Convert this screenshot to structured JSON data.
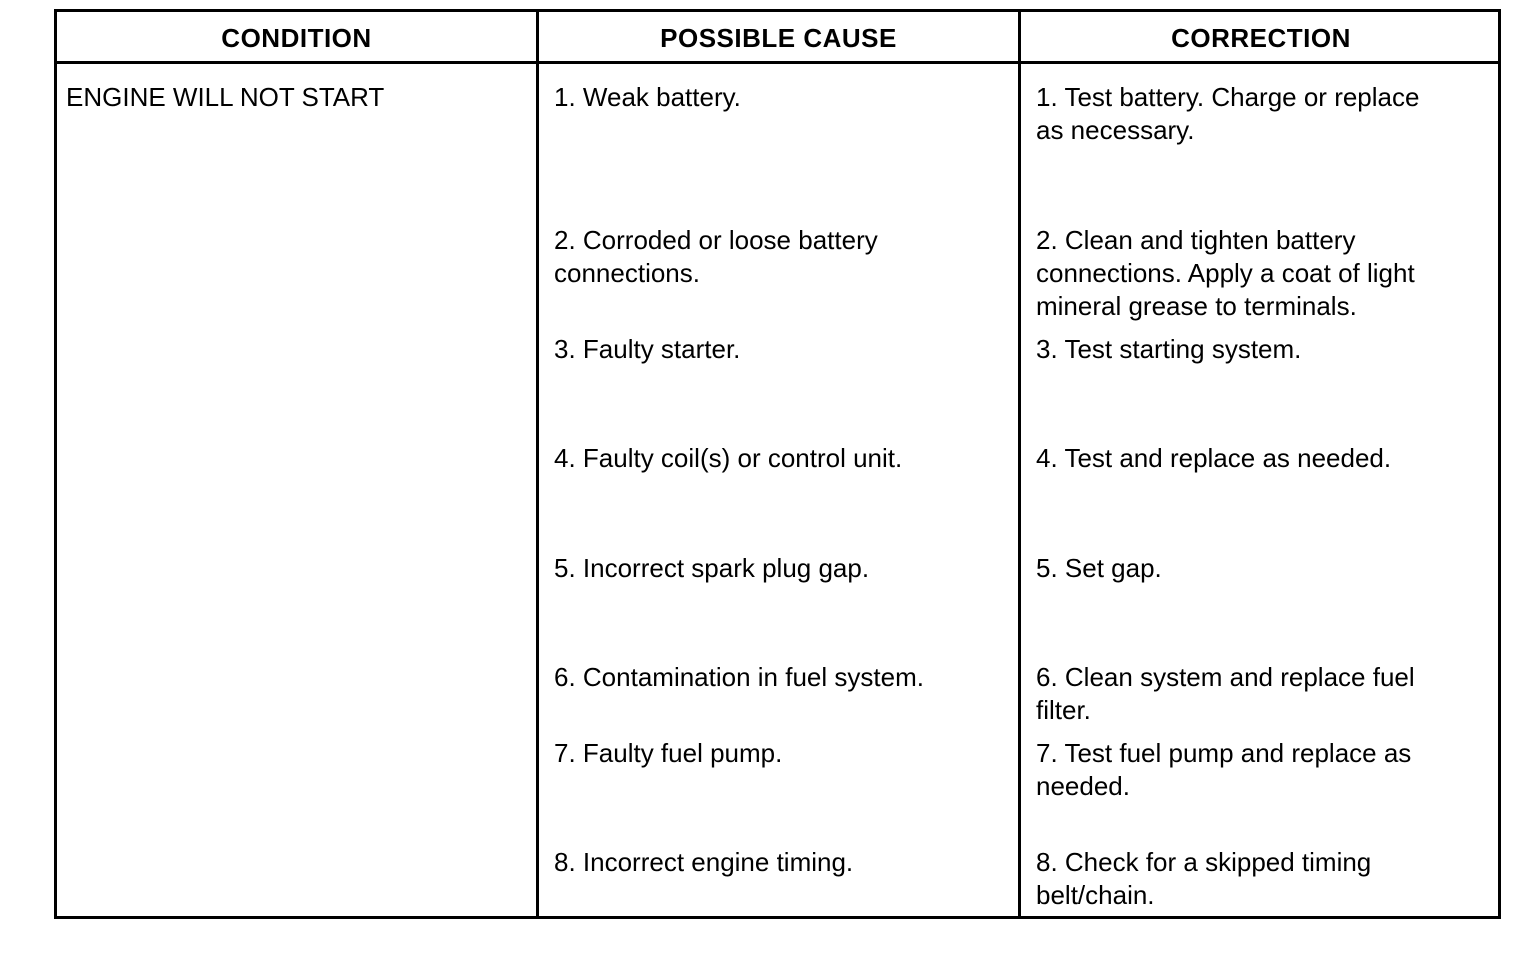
{
  "table": {
    "headers": {
      "condition": "CONDITION",
      "cause": "POSSIBLE CAUSE",
      "correction": "CORRECTION"
    },
    "condition": "ENGINE WILL NOT START",
    "rows": [
      {
        "cause": "1. Weak battery.",
        "correction": "1. Test battery. Charge or replace\nas necessary."
      },
      {
        "cause": "2. Corroded or loose battery\nconnections.",
        "correction": "2. Clean and tighten battery\nconnections. Apply a coat of light\nmineral grease to terminals."
      },
      {
        "cause": "3. Faulty starter.",
        "correction": "3. Test starting system."
      },
      {
        "cause": "4. Faulty coil(s) or control unit.",
        "correction": "4. Test and replace as needed."
      },
      {
        "cause": "5. Incorrect spark plug gap.",
        "correction": "5. Set gap."
      },
      {
        "cause": "6. Contamination in fuel system.",
        "correction": "6. Clean system and replace fuel\nfilter."
      },
      {
        "cause": "7. Faulty fuel pump.",
        "correction": "7. Test fuel pump and replace as\nneeded."
      },
      {
        "cause": "8. Incorrect engine timing.",
        "correction": "8. Check for a skipped timing\nbelt/chain."
      }
    ]
  }
}
